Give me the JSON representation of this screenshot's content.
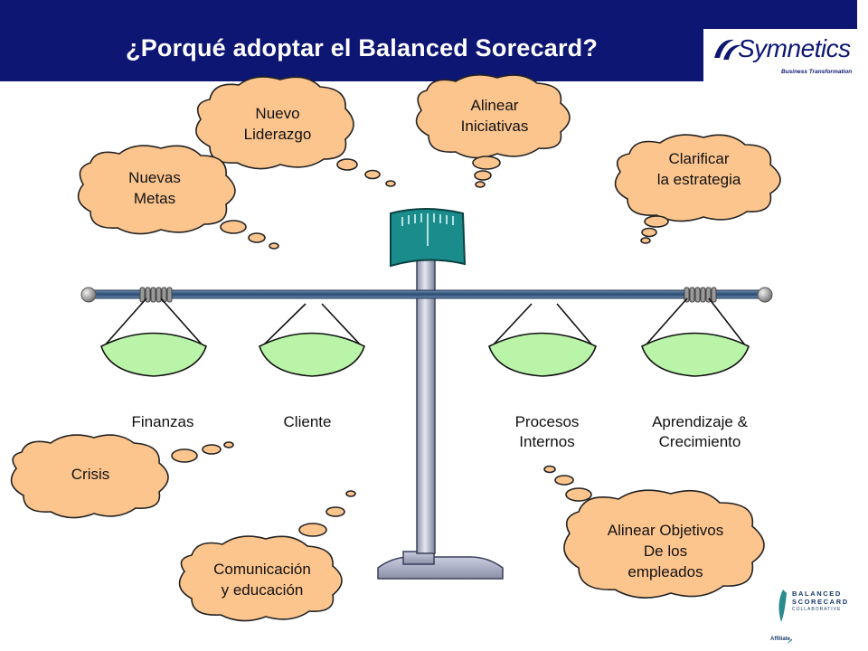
{
  "header": {
    "title": "¿Porqué adoptar el Balanced Sorecard?",
    "logo": "Symnetics",
    "logo_tagline": "Business Transformation"
  },
  "colors": {
    "header_bg": "#0d1673",
    "cloud_fill": "#fdc58e",
    "pan_fill": "#b9f4a8",
    "scale_head": "#1a8c8c",
    "beam": "#33557a"
  },
  "clouds": [
    {
      "id": "nuevo-liderazgo",
      "text": "Nuevo\nLiderazgo"
    },
    {
      "id": "alinear-iniciativas",
      "text": "Alinear\nIniciativas"
    },
    {
      "id": "nuevas-metas",
      "text": "Nuevas\nMetas"
    },
    {
      "id": "clarificar-estrategia",
      "text": "Clarificar\nla estrategia"
    },
    {
      "id": "crisis",
      "text": "Crisis"
    },
    {
      "id": "comunicacion",
      "text": "Comunicación\ny educación"
    },
    {
      "id": "alinear-objetivos",
      "text": "Alinear Objetivos\nDe los\nempleados"
    }
  ],
  "pans": [
    {
      "label": "Finanzas"
    },
    {
      "label": "Cliente"
    },
    {
      "label": "Procesos\nInternos"
    },
    {
      "label": "Aprendizaje &\nCrecimiento"
    }
  ],
  "badge": {
    "line1": "BALANCED",
    "line2": "SCORECARD",
    "line3": "COLLABORATIVE",
    "affiliate": "Affiliate"
  }
}
